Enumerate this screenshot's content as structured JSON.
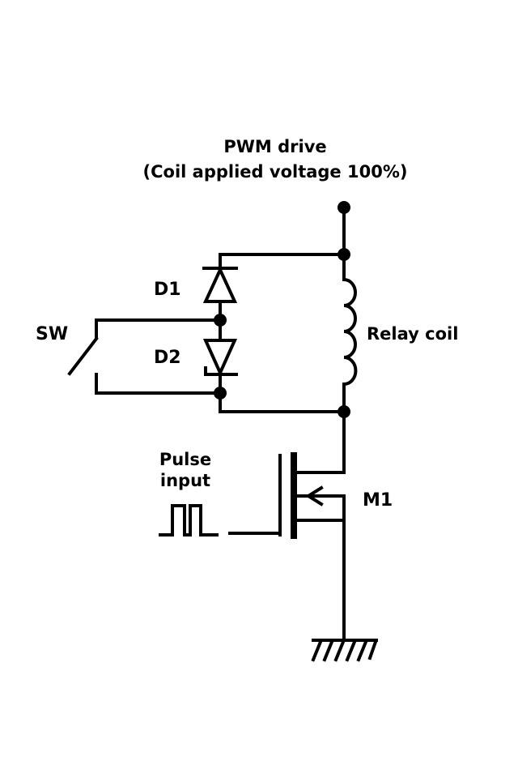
{
  "title": {
    "line1": "PWM drive",
    "line2": "(Coil applied voltage 100%)"
  },
  "labels": {
    "d1": "D1",
    "d2": "D2",
    "sw": "SW",
    "relay_coil": "Relay coil",
    "pulse_line1": "Pulse",
    "pulse_line2": "input",
    "m1": "M1"
  },
  "colors": {
    "ink": "#000000",
    "background": "#ffffff"
  }
}
